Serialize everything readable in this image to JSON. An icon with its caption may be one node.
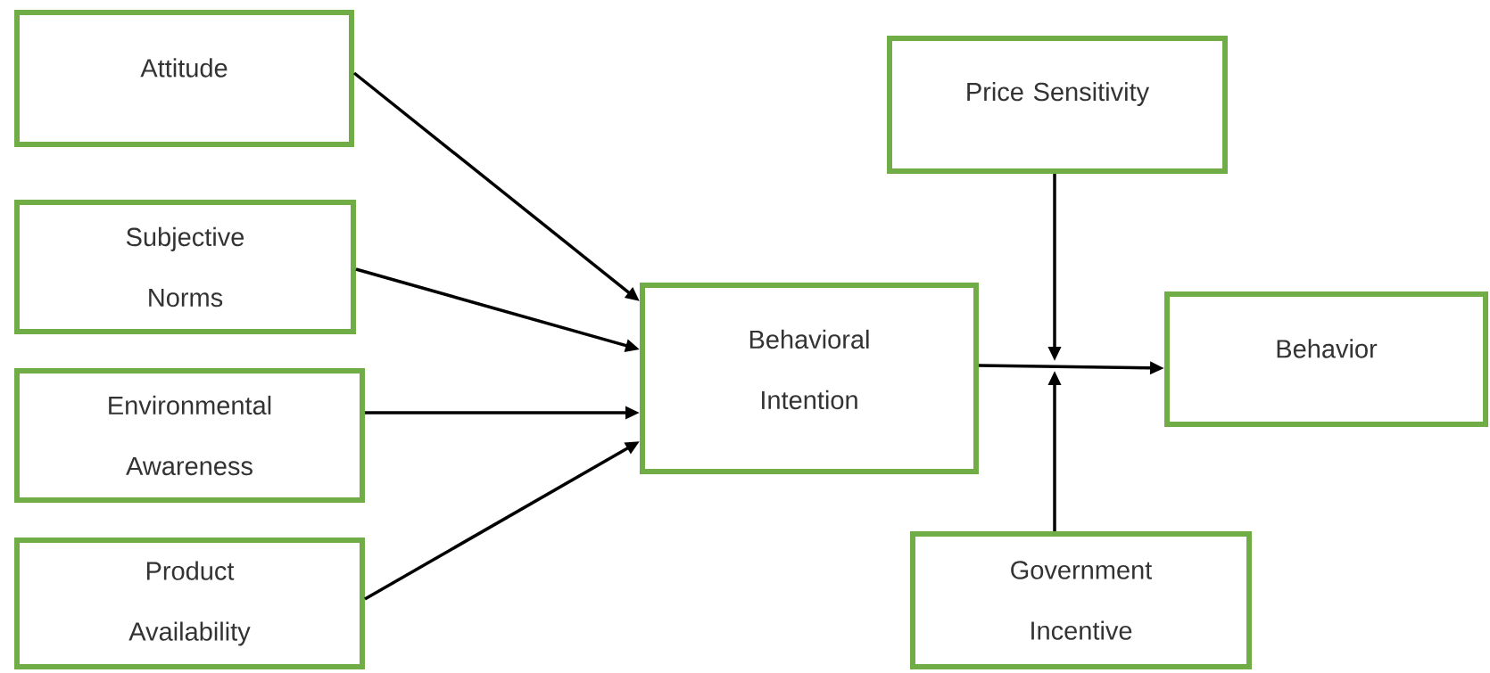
{
  "diagram": {
    "nodes": [
      {
        "text": [
          "Attitude"
        ]
      },
      {
        "text": [
          "Subjective Norms"
        ]
      },
      {
        "text": [
          "Environmental Awareness"
        ]
      },
      {
        "text": [
          "Product Availability"
        ]
      },
      {
        "text": [
          "Behavioral Intention"
        ]
      },
      {
        "text": [
          "Price Sensitivity"
        ]
      },
      {
        "text": [
          "Behavior"
        ]
      },
      {
        "text": [
          "Government Incentive"
        ]
      }
    ],
    "edges": [
      {
        "from": 0,
        "to": 4,
        "arrow": "to"
      },
      {
        "from": 1,
        "to": 4,
        "arrow": "to"
      },
      {
        "from": 2,
        "to": 4,
        "arrow": "to"
      },
      {
        "from": 3,
        "to": 4,
        "arrow": "to"
      },
      {
        "from": 4,
        "to": 6,
        "arrow": "to"
      },
      {
        "from": 5,
        "to": null,
        "arrow": "to"
      },
      {
        "from": 7,
        "to": null,
        "arrow": "to"
      }
    ]
  }
}
